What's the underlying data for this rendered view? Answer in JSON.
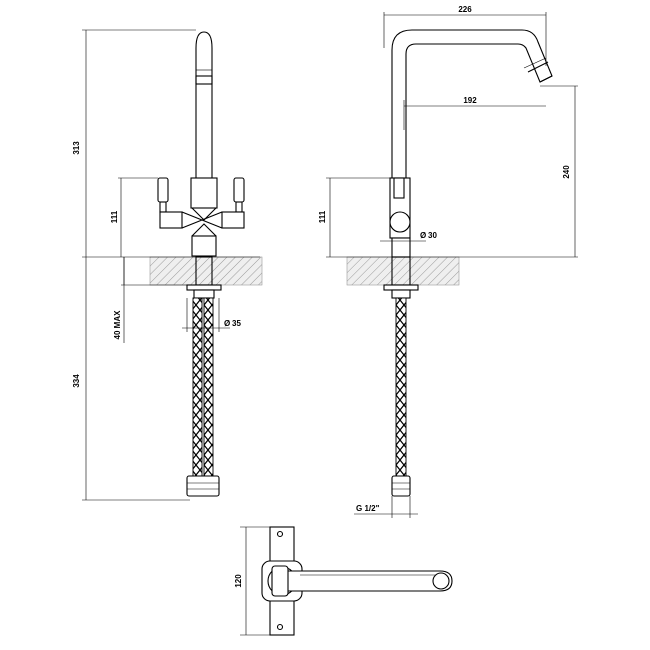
{
  "dimensions": {
    "front_total_height": "313",
    "front_body_height": "111",
    "front_max_thickness": "40 MAX",
    "front_hose_length": "334",
    "front_hose_diameter": "35",
    "side_spout_reach": "226",
    "side_spout_inner_reach": "192",
    "side_spout_height": "240",
    "side_body_height": "111",
    "side_lever_diameter": "30",
    "side_connection_thread": "G 1/2\"",
    "top_width": "120"
  },
  "symbols": {
    "diameter": "Ø"
  },
  "colors": {
    "line": "#000000",
    "counter_hatch": "#9a9a9a",
    "counter_fill": "#efefef",
    "background": "#ffffff"
  }
}
